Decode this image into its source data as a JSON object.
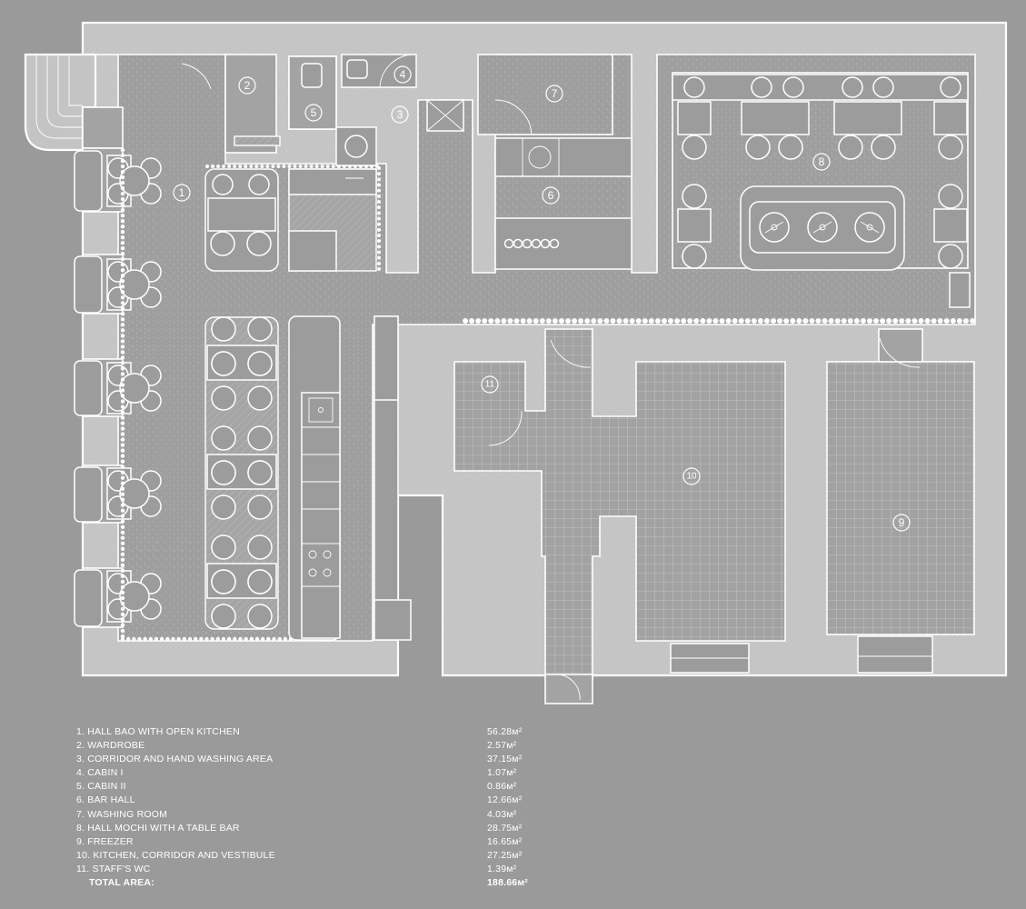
{
  "rooms": [
    {
      "number": "1",
      "name": "HALL BAO WITH OPEN KITCHEN",
      "area": "56.28м²"
    },
    {
      "number": "2",
      "name": "WARDROBE",
      "area": "2.57м²"
    },
    {
      "number": "3",
      "name": "CORRIDOR AND HAND WASHING AREA",
      "area": "37.15м²"
    },
    {
      "number": "4",
      "name": "CABIN I",
      "area": "1.07м²"
    },
    {
      "number": "5",
      "name": "CABIN II",
      "area": "0.86м²"
    },
    {
      "number": "6",
      "name": "BAR HALL",
      "area": "12.66м²"
    },
    {
      "number": "7",
      "name": "WASHING ROOM",
      "area": "4.03м²"
    },
    {
      "number": "8",
      "name": "HALL MOCHI WITH A TABLE BAR",
      "area": "28.75м²"
    },
    {
      "number": "9",
      "name": "FREEZER",
      "area": "16.65м²"
    },
    {
      "number": "10",
      "name": "KITCHEN, CORRIDOR AND VESTIBULE",
      "area": "27.25м²"
    },
    {
      "number": "11",
      "name": "STAFF'S WC",
      "area": "1.39м²"
    }
  ],
  "total": {
    "label": "TOTAL AREA:",
    "area": "188.66м²"
  },
  "colors": {
    "background": "#9a9a9a",
    "walls": "#c4c4c4",
    "lines": "#ffffff"
  }
}
